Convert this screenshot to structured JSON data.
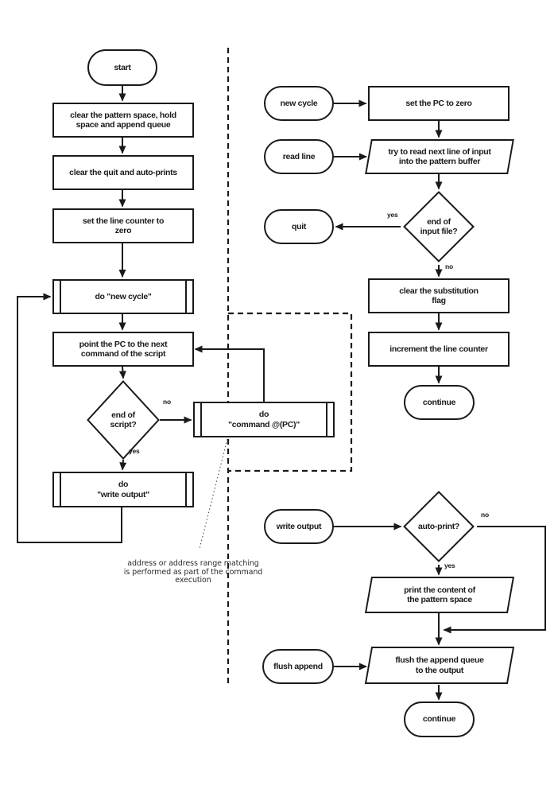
{
  "colors": {
    "line": "#1a1a1a",
    "background": "#ffffff",
    "text": "#1a1a1a"
  },
  "nodes": {
    "start": {
      "type": "terminal",
      "lines": [
        "start"
      ]
    },
    "clear_pattern_space": {
      "type": "process",
      "lines": [
        "clear the pattern space, hold",
        "space and append queue"
      ]
    },
    "clear_quit_autoprints": {
      "type": "process",
      "lines": [
        "clear the quit and auto-prints"
      ]
    },
    "set_line_counter_zero": {
      "type": "process",
      "lines": [
        "set the line counter to",
        "zero"
      ]
    },
    "do_new_cycle": {
      "type": "subroutine",
      "lines": [
        "do \"new cycle\""
      ]
    },
    "point_pc_next_command": {
      "type": "process",
      "lines": [
        "point the PC to the next",
        "command of the script"
      ]
    },
    "end_of_script": {
      "type": "decision",
      "lines": [
        "end of",
        "script?"
      ]
    },
    "do_write_output": {
      "type": "subroutine",
      "lines": [
        "do",
        "\"write output\""
      ]
    },
    "do_command_at_pc": {
      "type": "subroutine",
      "lines": [
        "do",
        "\"command @(PC)\""
      ]
    },
    "new_cycle": {
      "type": "terminal",
      "lines": [
        "new cycle"
      ]
    },
    "set_pc_to_zero": {
      "type": "process",
      "lines": [
        "set the PC to zero"
      ]
    },
    "read_line": {
      "type": "terminal",
      "lines": [
        "read line"
      ]
    },
    "try_read_next_line": {
      "type": "io",
      "lines": [
        "try to read next line of input",
        "into the pattern buffer"
      ]
    },
    "quit": {
      "type": "terminal",
      "lines": [
        "quit"
      ]
    },
    "end_of_input_file": {
      "type": "decision",
      "lines": [
        "end of",
        "input file?"
      ]
    },
    "clear_substitution_flag": {
      "type": "process",
      "lines": [
        "clear the substitution",
        "flag"
      ]
    },
    "increment_line_counter": {
      "type": "process",
      "lines": [
        "increment the line counter"
      ]
    },
    "continue_read": {
      "type": "terminal",
      "lines": [
        "continue"
      ]
    },
    "write_output": {
      "type": "terminal",
      "lines": [
        "write output"
      ]
    },
    "auto_print": {
      "type": "decision",
      "lines": [
        "auto-print?"
      ]
    },
    "print_pattern_space": {
      "type": "io",
      "lines": [
        "print the content of",
        "the pattern space"
      ]
    },
    "flush_append": {
      "type": "terminal",
      "lines": [
        "flush append"
      ]
    },
    "flush_append_queue": {
      "type": "io",
      "lines": [
        "flush the append queue",
        "to the output"
      ]
    },
    "continue_write": {
      "type": "terminal",
      "lines": [
        "continue"
      ]
    }
  },
  "edge_labels": {
    "end_of_script_no": "no",
    "end_of_script_yes": "yes",
    "end_of_input_yes": "yes",
    "end_of_input_no": "no",
    "auto_print_no": "no",
    "auto_print_yes": "yes"
  },
  "note": {
    "lines": [
      "address or address range matching",
      "is performed as part of the command",
      "execution"
    ]
  }
}
